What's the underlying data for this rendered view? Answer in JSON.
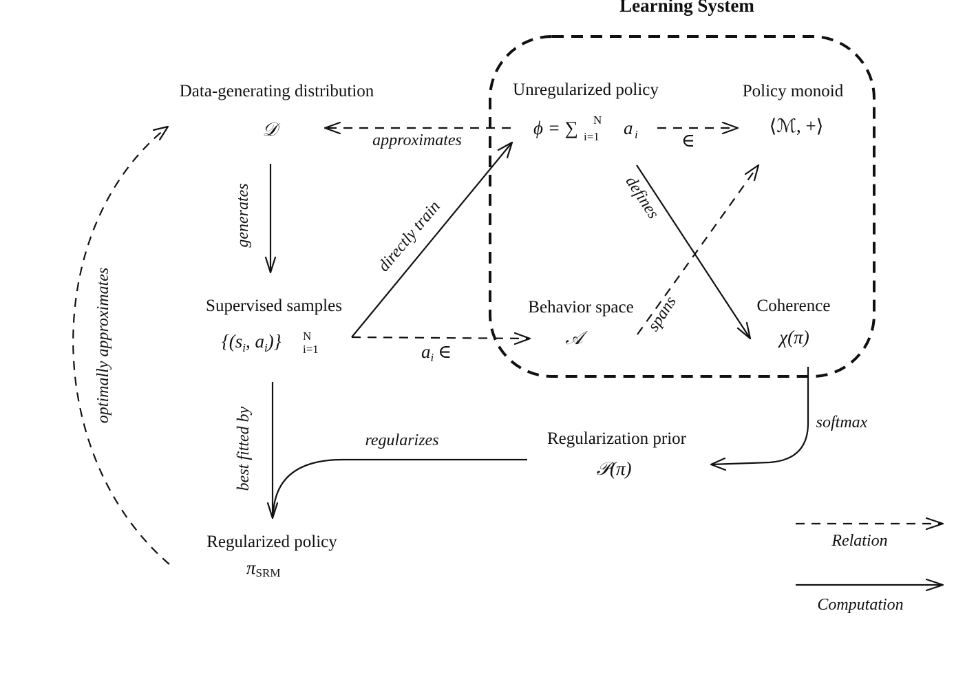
{
  "title": "Learning System",
  "nodes": {
    "data_dist": {
      "label": "Data-generating distribution",
      "symbol": "𝒟"
    },
    "unreg": {
      "label": "Unregularized policy",
      "symbol_lhs": "ϕ = ∑",
      "sup": "N",
      "sub": "i=1",
      "symbol_rhs": "a",
      "rhs_sub": "i"
    },
    "monoid": {
      "label": "Policy monoid",
      "symbol": "⟨ℳ, +⟩"
    },
    "samples": {
      "label": "Supervised samples",
      "symbol": "{(s",
      "s_sub": "i",
      "mid": ", a",
      "a_sub": "i",
      "close": ")}",
      "sup": "N",
      "sub": "i=1"
    },
    "behavior": {
      "label": "Behavior space",
      "symbol": "𝒜"
    },
    "coherence": {
      "label": "Coherence",
      "symbol": "χ(π)"
    },
    "prior": {
      "label": "Regularization prior",
      "symbol": "𝒫(π)"
    },
    "reg_policy": {
      "label": "Regularized policy",
      "symbol": "π",
      "sub": "SRM"
    }
  },
  "edges": {
    "approximates": "approximates",
    "in": "∈",
    "generates": "generates",
    "directly_train": "directly train",
    "defines": "defines",
    "spans": "spans",
    "ai_in": "a",
    "ai_in_sub": "i",
    "ai_in_sym": "∈",
    "softmax": "softmax",
    "regularizes": "regularizes",
    "best_fitted_by": "best fitted by",
    "optimally_approximates": "optimally approximates"
  },
  "legend": {
    "relation": "Relation",
    "computation": "Computation"
  }
}
